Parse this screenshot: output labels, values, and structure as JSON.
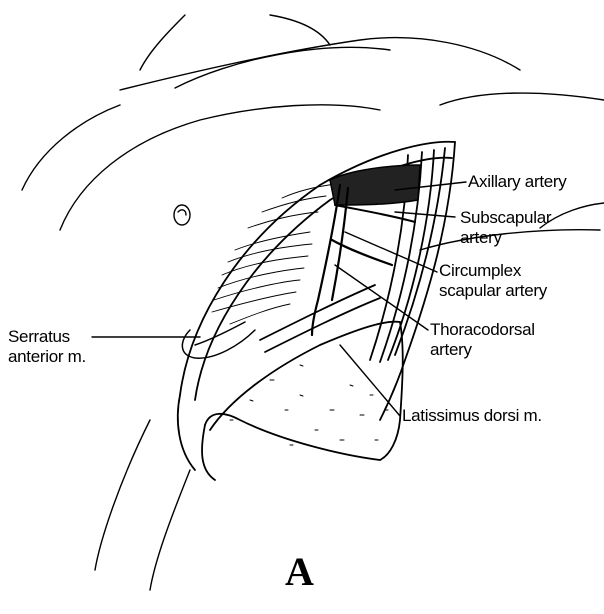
{
  "figure": {
    "panel_letter": "A",
    "labels": {
      "axillary_artery": "Axillary artery",
      "subscapular_artery_1": "Subscapular",
      "subscapular_artery_2": "artery",
      "circumflex_1": "Circumplex",
      "circumflex_2": "scapular artery",
      "thoracodorsal_1": "Thoracodorsal",
      "thoracodorsal_2": "artery",
      "latissimus": "Latissimus dorsi m.",
      "serratus_1": "Serratus",
      "serratus_2": "anterior m."
    }
  }
}
